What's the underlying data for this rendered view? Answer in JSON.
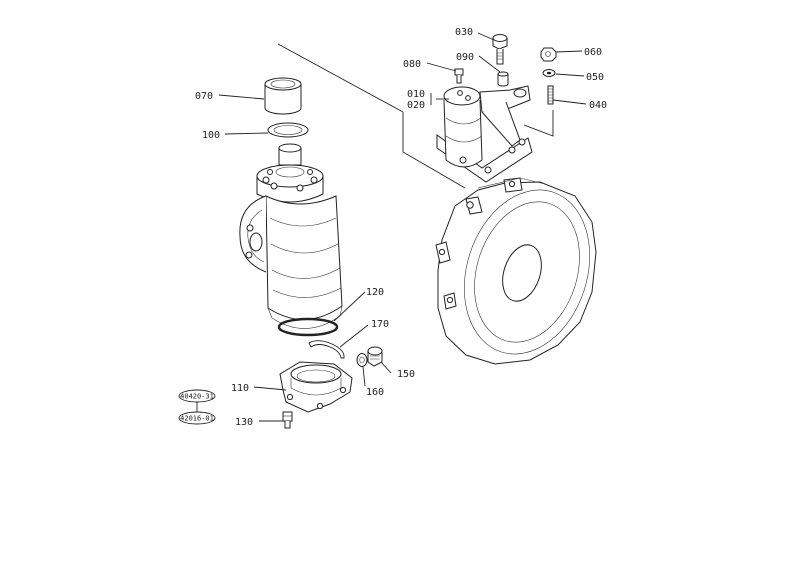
{
  "labels": {
    "p010": "010",
    "p020": "020",
    "p030": "030",
    "p040": "040",
    "p050": "050",
    "p060": "060",
    "p070": "070",
    "p080": "080",
    "p090": "090",
    "p100": "100",
    "p110": "110",
    "p120": "120",
    "p130": "130",
    "p150": "150",
    "p160": "160",
    "p170": "170"
  },
  "references": {
    "r1": "40420-31",
    "r2": "42016-01"
  }
}
